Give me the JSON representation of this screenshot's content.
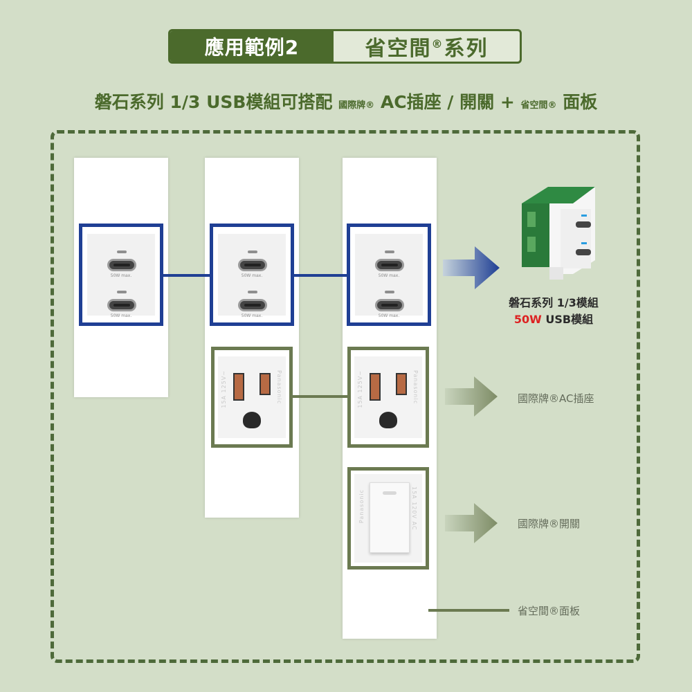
{
  "header": {
    "tag": "應用範例2",
    "series": "省空間",
    "series_mark": "®",
    "series_suffix": "系列"
  },
  "subtitle": {
    "part1": "磐石系列 1/3 USB模組可搭配 ",
    "brand1": "國際牌®",
    "part2": " AC插座 / 開關 + ",
    "brand2": "省空間®",
    "part3": " 面板"
  },
  "usb_port_text": "50W max.",
  "outlet_brand_text": "Panasonic",
  "outlet_rating_text": "15A 125V~",
  "switch_brand_text": "Panasonic",
  "switch_rating_text": "15A 120V AC",
  "module_caption": {
    "line1": "磐石系列 1/3模組",
    "line2_red": "50W",
    "line2_rest": " USB模組"
  },
  "labels": {
    "ac_outlet": "國際牌®AC插座",
    "switch": "國際牌®開關",
    "panel": "省空間®面板"
  },
  "colors": {
    "background": "#d3dec8",
    "accent_green": "#4b6a2c",
    "usb_frame_blue": "#1f3f94",
    "component_frame_green": "#6b7a51",
    "highlight_red": "#dd2222"
  }
}
